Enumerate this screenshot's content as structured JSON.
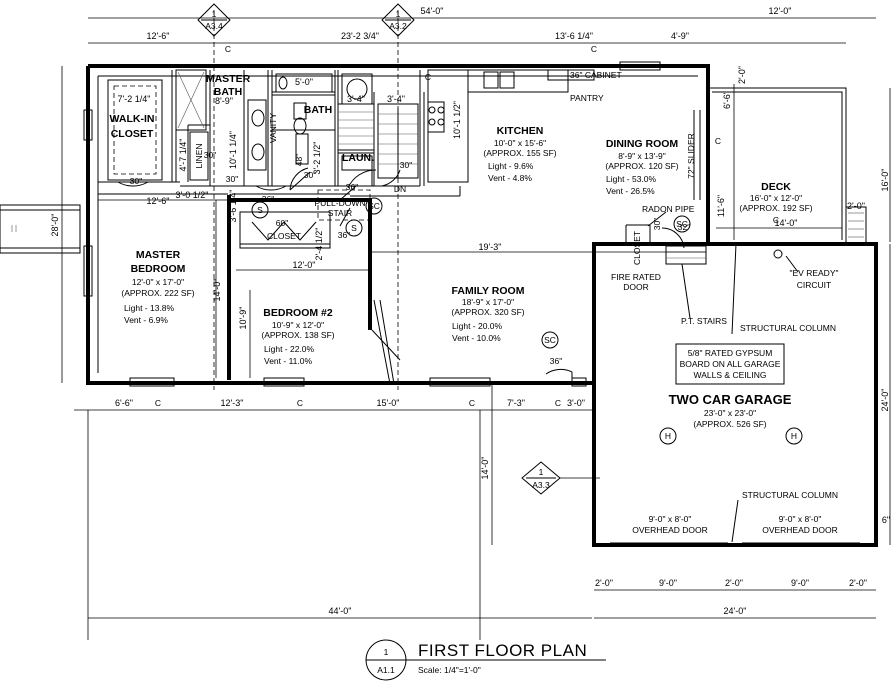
{
  "dimensions": {
    "overall_width": "54'-0\"",
    "deck_width": "12'-0\"",
    "top_left": "12'-6\"",
    "top_middle": "23'-2 3/4\"",
    "top_kitchen": "13'-6 1/4\"",
    "top_dining": "4'-9\"",
    "house_depth": "28'-0\"",
    "deck_depth": "16'-0\"",
    "deck_step": "2'-0\"",
    "deck_inner": "6'-6\"",
    "garage_depth": "24'-0\"",
    "garage_offset": "14'-0\"",
    "bottom_1": "6'-6\"",
    "bottom_2": "12'-3\"",
    "bottom_3": "15'-0\"",
    "bottom_4": "7'-3\"",
    "bottom_5": "3'-0\"",
    "garage_door_left_jamb": "2'-0\"",
    "garage_door_1": "9'-0\"",
    "garage_door_mid": "2'-0\"",
    "garage_door_2": "9'-0\"",
    "garage_door_right_jamb": "2'-0\"",
    "garage_width": "24'-0\"",
    "left_total": "44'-0\"",
    "wall_6": "6\"",
    "hall_12_6": "12'-6\"",
    "hall_19_3": "19'-3\"",
    "deck_14": "14'-0\"",
    "bed2_12": "12'-0\"",
    "bed2_10_9": "10'-9\"",
    "master_14": "14'-0\"",
    "closet_3_0_half": "3'-0 1/2\"",
    "closet_4_7": "4'-7 1/4\"",
    "bath_5_0": "5'-0\"",
    "bath_8_9": "8'-9\"",
    "bath_10_1": "10'-1 1/4\"",
    "stair_3_4a": "3'-4\"",
    "stair_3_4b": "3'-4\"",
    "kitchen_10_1": "10'-1 1/2\"",
    "walkin_7_2": "7'-2 1/4\"",
    "hall_3_6": "3'-6 1/4\"",
    "bath_3_2": "3'-2 1/2\"",
    "bed2_2_4": "2'-4 1/2\"",
    "dining_11_6": "11'-6\"",
    "deck_2_0": "2'-0\"",
    "deck_6_6": "6'-6\""
  },
  "section_markers": [
    {
      "num": "1",
      "sheet": "A3.4"
    },
    {
      "num": "1",
      "sheet": "A3.2"
    },
    {
      "num": "1",
      "sheet": "A3.3"
    }
  ],
  "rooms": {
    "walkin": {
      "line1": "WALK-IN",
      "line2": "CLOSET"
    },
    "master_bath": {
      "line1": "MASTER",
      "line2": "BATH"
    },
    "bath": "BATH",
    "vanity": "VANITY",
    "linen": "LINEN",
    "laundry": "LAUN.",
    "kitchen": {
      "name": "KITCHEN",
      "size": "10'-0\" x 15'-6\"",
      "area": "(APPROX. 155 SF)",
      "light": "Light - 9.6%",
      "vent": "Vent - 4.8%"
    },
    "dining": {
      "name": "DINING ROOM",
      "size": "8'-9\" x 13'-9\"",
      "area": "(APPROX. 120 SF)",
      "light": "Light - 53.0%",
      "vent": "Vent - 26.5%"
    },
    "deck": {
      "name": "DECK",
      "size": "16'-0\" x 12'-0\"",
      "area": "(APPROX. 192 SF)"
    },
    "master_bedroom": {
      "line1": "MASTER",
      "line2": "BEDROOM",
      "size": "12'-0\" x 17'-0\"",
      "area": "(APPROX. 222 SF)",
      "light": "Light - 13.8%",
      "vent": "Vent - 6.9%"
    },
    "bedroom2": {
      "name": "BEDROOM #2",
      "size": "10'-9\" x 12'-0\"",
      "area": "(APPROX. 138 SF)",
      "light": "Light - 22.0%",
      "vent": "Vent - 11.0%"
    },
    "family": {
      "name": "FAMILY ROOM",
      "size": "18'-9\" x 17'-0\"",
      "area": "(APPROX. 320 SF)",
      "light": "Light - 20.0%",
      "vent": "Vent - 10.0%"
    },
    "garage": {
      "name": "TWO CAR GARAGE",
      "size": "23'-0\" x 23'-0\"",
      "area": "(APPROX. 526 SF)"
    },
    "closet_bed2": "CLOSET",
    "closet_stair": "CLOSET"
  },
  "notes": {
    "cabinet": "36\" CABINET",
    "pantry": "PANTRY",
    "slider": "72\" SLIDER",
    "pull_down": {
      "line1": "PULL-DOWN",
      "line2": "STAIR"
    },
    "radon": "RADON PIPE",
    "fire_door": {
      "line1": "FIRE RATED",
      "line2": "DOOR"
    },
    "pt_stairs": "P.T. STAIRS",
    "structural_1": "STRUCTURAL COLUMN",
    "structural_2": "STRUCTURAL COLUMN",
    "ev": {
      "line1": "\"EV READY\"",
      "line2": "CIRCUIT"
    },
    "gypsum": {
      "line1": "5/8\" RATED GYPSUM",
      "line2": "BOARD ON ALL GARAGE",
      "line3": "WALLS & CEILING"
    },
    "overhead_1": {
      "line1": "9'-0\" x 8'-0\"",
      "line2": "OVERHEAD DOOR"
    },
    "overhead_2": {
      "line1": "9'-0\" x 8'-0\"",
      "line2": "OVERHEAD DOOR"
    }
  },
  "door_swings": {
    "d30a": "30\"",
    "d30b": "30\"",
    "d30c": "30\"",
    "d30d": "30\"",
    "d30e": "30\"",
    "d30f": "30\"",
    "d36a": "36\"",
    "d36b": "36\"",
    "d36c": "36\"",
    "d36d": "36\"",
    "d32": "32\"",
    "d48": "48\"",
    "d60": "60\""
  },
  "symbols": {
    "smoke": "S",
    "smoke_co": "SC",
    "heater": "H",
    "dn": "DN",
    "centerline": "C"
  },
  "title_block": {
    "num": "1",
    "sheet": "A1.1",
    "title": "FIRST FLOOR PLAN",
    "scale": "Scale: 1/4\"=1'-0\""
  }
}
